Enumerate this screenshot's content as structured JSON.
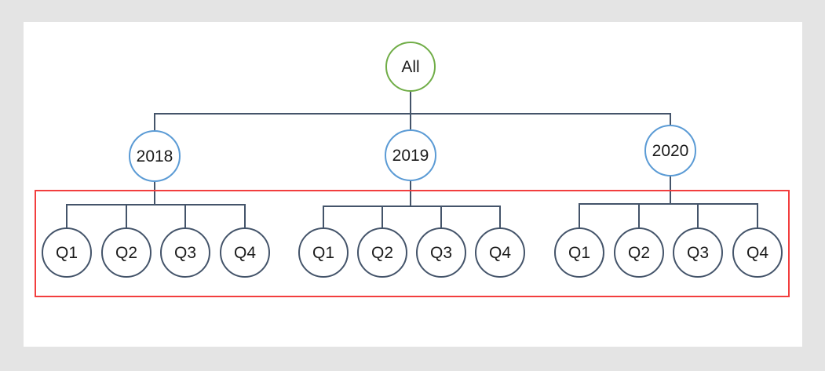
{
  "diagram": {
    "root": {
      "label": "All"
    },
    "years": [
      {
        "label": "2018",
        "quarters": [
          "Q1",
          "Q2",
          "Q3",
          "Q4"
        ]
      },
      {
        "label": "2019",
        "quarters": [
          "Q1",
          "Q2",
          "Q3",
          "Q4"
        ]
      },
      {
        "label": "2020",
        "quarters": [
          "Q1",
          "Q2",
          "Q3",
          "Q4"
        ]
      }
    ],
    "colors": {
      "root_border": "#70AD47",
      "year_border": "#5B9BD5",
      "quarter_border": "#44546A",
      "connector": "#44546A",
      "highlight_box": "#F23E3E",
      "panel_background": "#FFFFFF",
      "page_background": "#E4E4E4",
      "text": "#1B1B1B"
    }
  }
}
